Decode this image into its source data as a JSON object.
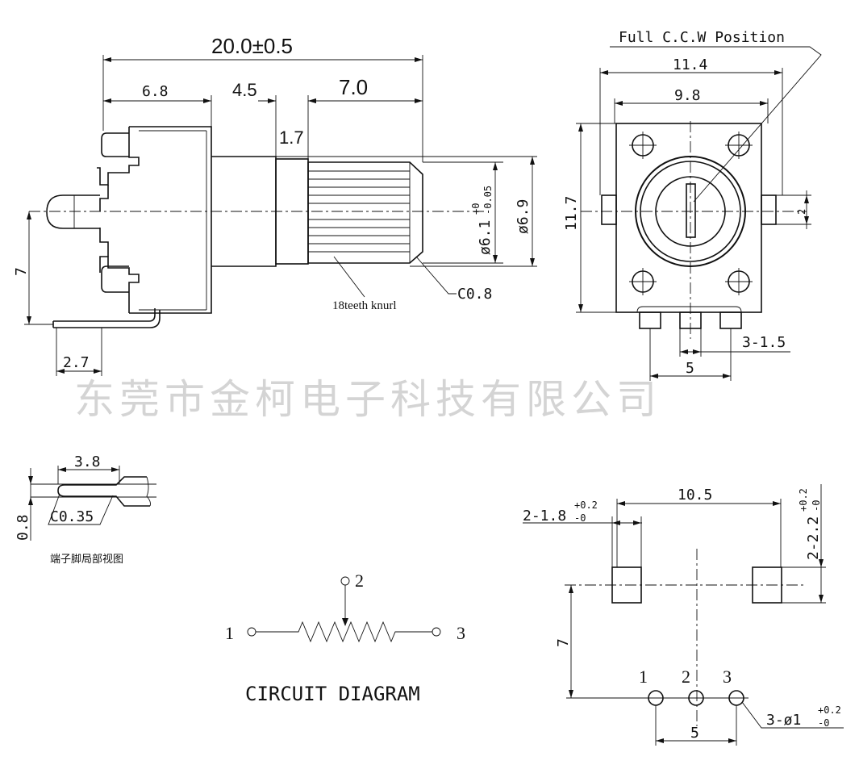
{
  "side_view": {
    "overall_length": "20.0±0.5",
    "body_length": "6.8",
    "bushing_gap": "4.5",
    "knurl_length": "7.0",
    "collar_length": "1.7",
    "shaft_diameter_prefix": "ø6.1",
    "shaft_tol_upper": "+0",
    "shaft_tol_lower": "-0.05",
    "knurl_diameter": "ø6.9",
    "height": "7",
    "pin_offset": "2.7",
    "knurl_note": "18teeth knurl",
    "chamfer": "C0.8"
  },
  "front_view": {
    "position_note": "Full C.C.W Position",
    "width_outer": "11.4",
    "width_inner": "9.8",
    "height": "11.7",
    "tab_width": "2",
    "pin_spacing": "3-1.5",
    "pin_span": "5"
  },
  "watermark": "东莞市金柯电子科技有限公司",
  "terminal_detail": {
    "length": "3.8",
    "thickness": "0.8",
    "chamfer": "C0.35",
    "caption": "端子脚局部视图"
  },
  "circuit": {
    "pin1": "1",
    "pin2": "2",
    "pin3": "3",
    "title": "CIRCUIT DIAGRAM"
  },
  "pcb_layout": {
    "tab_hole_prefix": "2-1.8",
    "tab_tol_upper": "+0.2",
    "tab_tol_lower": "-0",
    "tab_span": "10.5",
    "tab_height_prefix": "2-2.2",
    "tab_height_tol_upper": "+0.2",
    "tab_height_tol_lower": "-0",
    "vertical": "7",
    "pin1": "1",
    "pin2": "2",
    "pin3": "3",
    "hole_prefix": "3-ø1",
    "hole_tol_upper": "+0.2",
    "hole_tol_lower": "-0",
    "pin_span": "5"
  }
}
